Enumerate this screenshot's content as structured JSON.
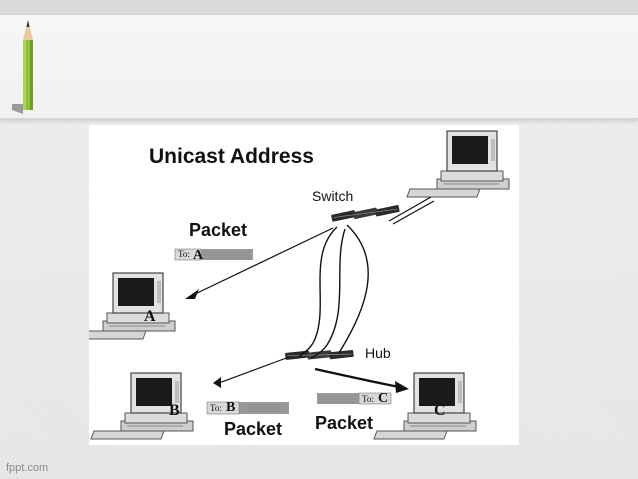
{
  "slide": {
    "watermark": "fppt.com"
  },
  "diagram": {
    "title": "Unicast Address",
    "switch_label": "Switch",
    "hub_label": "Hub",
    "packet_a": {
      "label": "Packet",
      "tag_prefix": "To:",
      "tag_dest": "A"
    },
    "packet_b": {
      "label": "Packet",
      "tag_prefix": "To:",
      "tag_dest": "B"
    },
    "packet_c": {
      "label": "Packet",
      "tag_prefix": "To:",
      "tag_dest": "C"
    },
    "computers": {
      "a": "A",
      "b": "B",
      "c": "C"
    }
  }
}
